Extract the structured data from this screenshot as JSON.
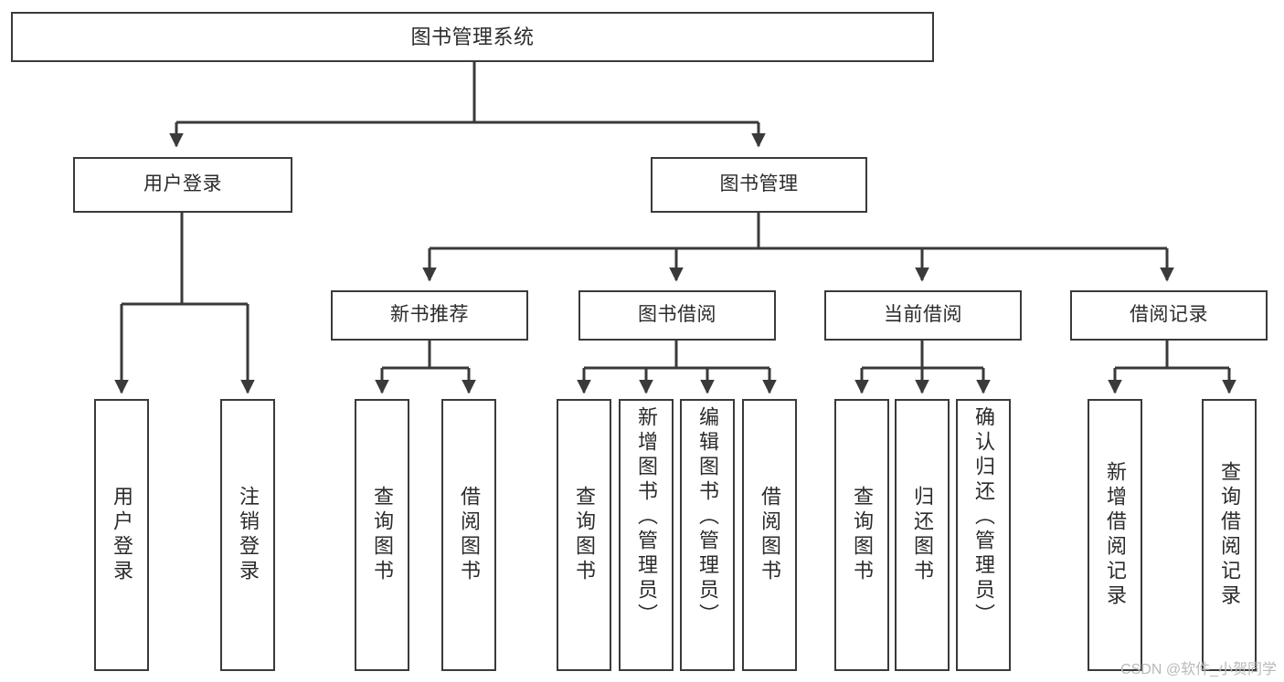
{
  "diagram": {
    "type": "tree-hierarchy",
    "title": "图书管理系统",
    "colors": {
      "stroke": "#3a3a3a",
      "node_fill": "#ffffff",
      "text": "#2b2b2b",
      "background": "#ffffff",
      "watermark": "#b9b9b9"
    },
    "levels": {
      "root": {
        "label": "图书管理系统"
      },
      "level2": [
        {
          "label": "用户登录"
        },
        {
          "label": "图书管理"
        }
      ],
      "level3": [
        {
          "label": "新书推荐"
        },
        {
          "label": "图书借阅"
        },
        {
          "label": "当前借阅"
        },
        {
          "label": "借阅记录"
        }
      ],
      "leaves": {
        "用户登录": [
          {
            "label": "用户登录"
          },
          {
            "label": "注销登录"
          }
        ],
        "新书推荐": [
          {
            "label": "查询图书"
          },
          {
            "label": "借阅图书"
          }
        ],
        "图书借阅": [
          {
            "label": "查询图书"
          },
          {
            "label": "新增图书（管理员）"
          },
          {
            "label": "编辑图书（管理员）"
          },
          {
            "label": "借阅图书"
          }
        ],
        "当前借阅": [
          {
            "label": "查询图书"
          },
          {
            "label": "归还图书"
          },
          {
            "label": "确认归还（管理员）"
          }
        ],
        "借阅记录": [
          {
            "label": "新增借阅记录"
          },
          {
            "label": "查询借阅记录"
          }
        ]
      }
    },
    "watermark": "CSDN @软件_小贺同学"
  }
}
